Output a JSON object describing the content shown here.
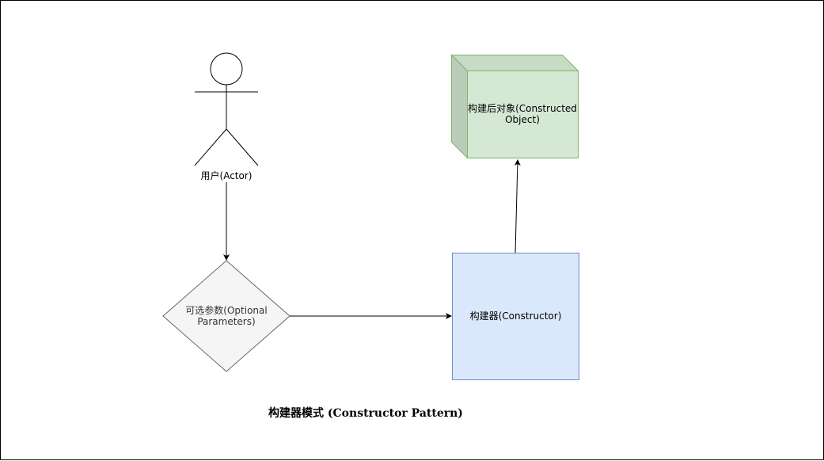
{
  "diagram": {
    "title": "构建器模式 (Constructor Pattern)",
    "nodes": {
      "actor": {
        "label": "用户(Actor)"
      },
      "optional_parameters": {
        "label": "可选参数(Optional Parameters)"
      },
      "constructor": {
        "label": "构建器(Constructor)"
      },
      "constructed_object": {
        "label": "构建后对象(Constructed Object)"
      }
    },
    "edges": [
      {
        "from": "actor",
        "to": "optional_parameters"
      },
      {
        "from": "optional_parameters",
        "to": "constructor"
      },
      {
        "from": "constructor",
        "to": "constructed_object"
      }
    ],
    "colors": {
      "line": "#000000",
      "decision_fill": "#f5f5f5",
      "decision_stroke": "#666666",
      "constructor_fill": "#dae8fc",
      "constructor_stroke": "#6c8ebf",
      "object_fill": "#d5e8d4",
      "object_side_fill": "#bcccbb",
      "object_stroke": "#82b366"
    }
  }
}
